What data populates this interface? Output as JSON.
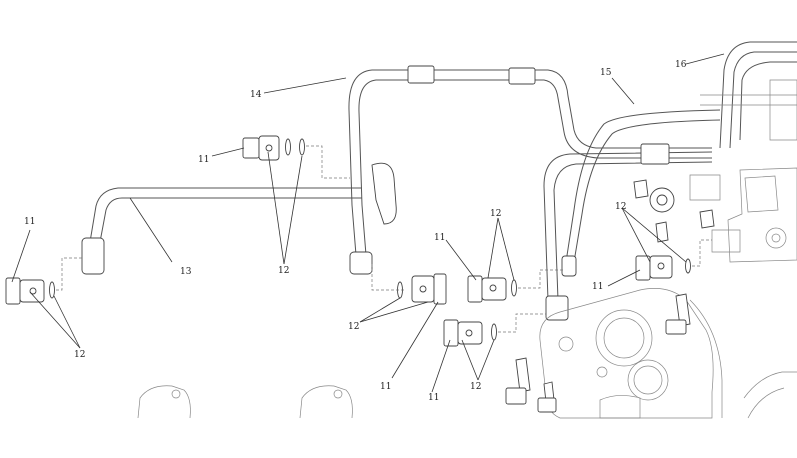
{
  "diagram": {
    "labels": {
      "l11_top": "11",
      "l11_left": "11",
      "l11_mid": "11",
      "l11_center_low": "11",
      "l11_mid_low": "11",
      "l11_right": "11",
      "l12_left": "12",
      "l12_mid_left": "12",
      "l12_center_top": "12",
      "l12_center": "12",
      "l12_mid_low": "12",
      "l12_right": "12",
      "l13": "13",
      "l14": "14",
      "l15": "15",
      "l16": "16"
    }
  }
}
